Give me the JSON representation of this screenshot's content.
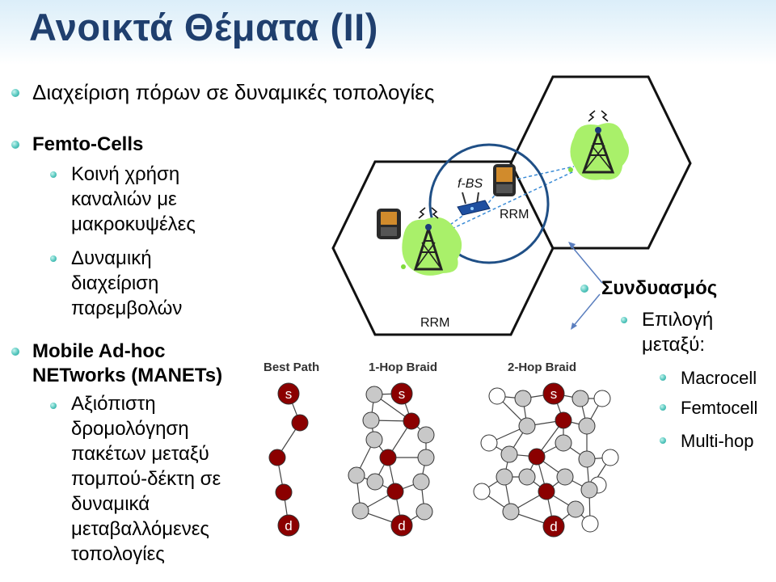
{
  "slide": {
    "title": "Ανοικτά Θέματα (ΙΙ)"
  },
  "bullets": {
    "resource_mgmt": "Διαχείριση πόρων σε δυναμικές τοπολογίες",
    "femto": {
      "heading": "Femto-Cells",
      "item1": [
        "Κοινή χρήση",
        "καναλιών με",
        "μακροκυψέλες"
      ],
      "item2": [
        "Δυναμική",
        "διαχείριση",
        "παρεμβολών"
      ]
    },
    "manet": {
      "heading": [
        "Mobile Ad-hoc",
        "NETworks (MANETs)"
      ],
      "item1": [
        "Αξιόπιστη",
        "δρομολόγηση",
        "πακέτων μεταξύ",
        "πομπού-δέκτη σε",
        "δυναμικά",
        "μεταβαλλόμενες",
        "τοπολογίες"
      ]
    },
    "combination": {
      "heading": "Συνδυασμός",
      "sub": [
        "Επιλογή",
        "μεταξύ:"
      ],
      "options": [
        "Macrocell",
        "Femtocell",
        "Multi-hop"
      ]
    }
  },
  "diagram": {
    "labels": {
      "fbs": "f-BS",
      "rrm_small": "RRM",
      "rrm_macro": "RRM"
    }
  },
  "graphs": {
    "titles": [
      "Best Path",
      "1-Hop Braid",
      "2-Hop Braid"
    ],
    "source_label": "s",
    "dest_label": "d"
  },
  "colors": {
    "title": "#1f3f6e",
    "bullet": "#53c6bd",
    "node_path": "#8b0000",
    "node_gray": "#c8c8c8",
    "circle": "#1f4f86",
    "arrow": "#5b7fbf",
    "dashed": "#3a8bd6",
    "tower_blob": "#a9f06a"
  },
  "icons": [
    "cell-tower-icon",
    "phone-icon",
    "router-icon"
  ]
}
